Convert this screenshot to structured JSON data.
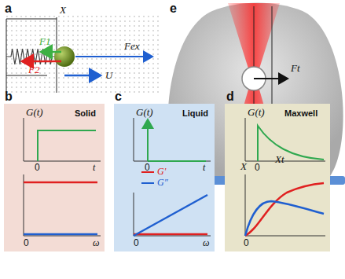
{
  "diagram": {
    "labels": [
      "a",
      "X",
      "F1",
      "F2",
      "Fex",
      "U",
      "e",
      "Ft",
      "X",
      "Xt",
      "b",
      "G(t)",
      "Solid",
      "0",
      "t",
      "0",
      "ω",
      "c",
      "G(t)",
      "Liquid",
      "0",
      "t",
      "G′",
      "G″",
      "0",
      "ω",
      "d",
      "G(t)",
      "Maxwell",
      "0",
      "0"
    ]
  }
}
